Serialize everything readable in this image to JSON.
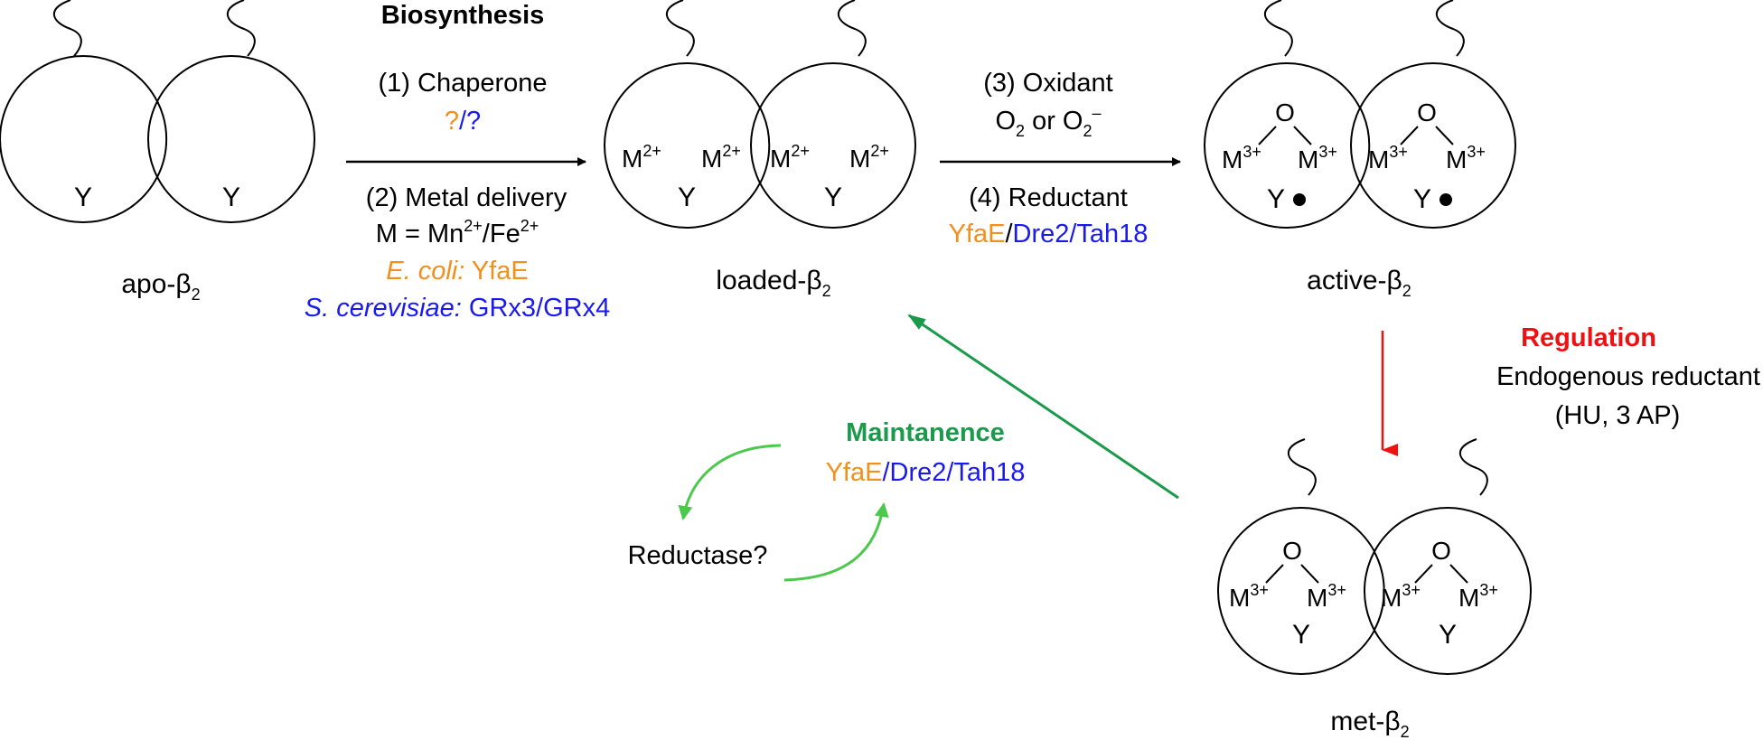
{
  "colors": {
    "orange": "#f0901e",
    "blue": "#1a1aee",
    "green": "#1a9a4a",
    "red": "#ee1111"
  },
  "residue": "Y",
  "oxygen": "O",
  "ion_base": "M",
  "ion_charge_2": "2+",
  "ion_charge_3": "3+",
  "beta": "β",
  "beta_sub": "2",
  "states": {
    "apo": "apo-",
    "loaded": "loaded-",
    "active": "active-",
    "met": "met-"
  },
  "biosynthesis": {
    "title": "Biosynthesis",
    "step1": "(1) Chaperone",
    "q_orange": "?",
    "slash": "/",
    "q_blue": "?",
    "step2": "(2) Metal delivery",
    "metal_prefix": "M = Mn",
    "metal_charge1": "2+",
    "metal_mid": "/Fe",
    "metal_charge2": "2+",
    "ecoli_species": "E. coli:",
    "ecoli_protein": "YfaE",
    "scer_species": "S. cerevisiae:",
    "scer_protein": "GRx3/GRx4"
  },
  "activation": {
    "step3": "(3) Oxidant",
    "oxidant_o": "O",
    "oxidant_sub1": "2",
    "oxidant_or": " or O",
    "oxidant_sub2": "2",
    "oxidant_sup": "–",
    "step4": "(4) Reductant",
    "yfae": "YfaE",
    "slash": "/",
    "dre2_tah18": "Dre2/Tah18"
  },
  "regulation": {
    "title": "Regulation",
    "line1": "Endogenous reductant",
    "line2": "(HU, 3 AP)"
  },
  "maintenance": {
    "title": "Maintanence",
    "yfae": "YfaE",
    "slash": "/",
    "dre2_tah18": "Dre2/Tah18",
    "reductase": "Reductase?"
  }
}
